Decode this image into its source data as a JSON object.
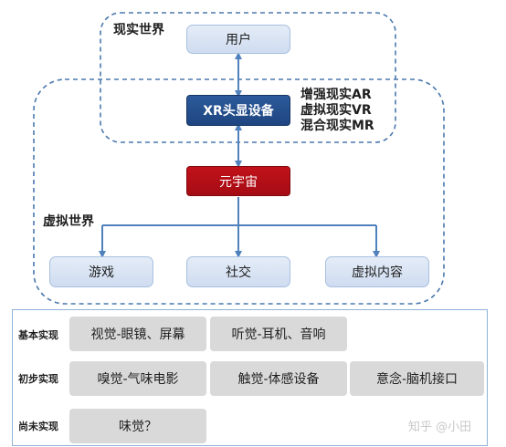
{
  "diagram": {
    "regions": {
      "real_world": "现实世界",
      "virtual_world": "虚拟世界"
    },
    "nodes": {
      "user": "用户",
      "xr_device": "XR头显设备",
      "metaverse": "元宇宙",
      "games": "游戏",
      "social": "社交",
      "virtual_content": "虚拟内容"
    },
    "xr_types": [
      "增强现实AR",
      "虚拟现实VR",
      "混合现实MR"
    ]
  },
  "realization_table": {
    "rows": [
      {
        "label": "基本实现",
        "cells": [
          "视觉-眼镜、屏幕",
          "听觉-耳机、音响"
        ]
      },
      {
        "label": "初步实现",
        "cells": [
          "嗅觉-气味电影",
          "触觉-体感设备",
          "意念-脑机接口"
        ]
      },
      {
        "label": "尚未实现",
        "cells": [
          "味觉？"
        ]
      }
    ]
  },
  "watermark": "知乎 @小田",
  "colors": {
    "dashed_border": "#4a78ad",
    "arrow": "#4f81bd",
    "light_node": "#d6e2f3",
    "dark_node": "#1f4e8c",
    "red_node": "#b5101a",
    "cell": "#d9d9d9"
  }
}
